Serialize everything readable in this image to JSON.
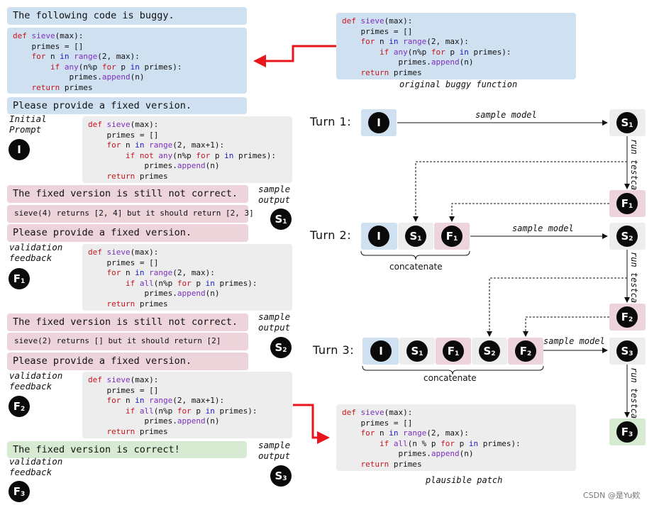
{
  "left": {
    "buggy_msg": "The following code is buggy.",
    "please_msg": "Please provide a fixed version.",
    "still_msg": "The fixed version is still not correct.",
    "correct_msg": "The fixed version is correct!",
    "feedback1": "sieve(4) returns [2, 4] but it should return [2, 3]",
    "feedback2": "sieve(2) returns [] but it should return [2]",
    "initial_prompt_label": "Initial\nPrompt",
    "sample_output_label": "sample\noutput",
    "validation_feedback_label": "validation\nfeedback"
  },
  "right": {
    "original_label": "original buggy function",
    "plausible_label": "plausible patch",
    "turn1": "Turn 1:",
    "turn2": "Turn 2:",
    "turn3": "Turn 3:",
    "sample_model": "sample model",
    "concatenate": "concatenate",
    "run_testcase": "run testcase"
  },
  "nodes": {
    "I": "I",
    "S": "S",
    "F": "F"
  },
  "watermark": "CSDN @是Yu欸",
  "colors": {
    "prompt_blue": "#cfe0f1",
    "feedback_pink": "#ecd4da",
    "sample_gray": "#ededed",
    "correct_green": "#d7ebd3",
    "arrow_red": "#e8161b"
  }
}
